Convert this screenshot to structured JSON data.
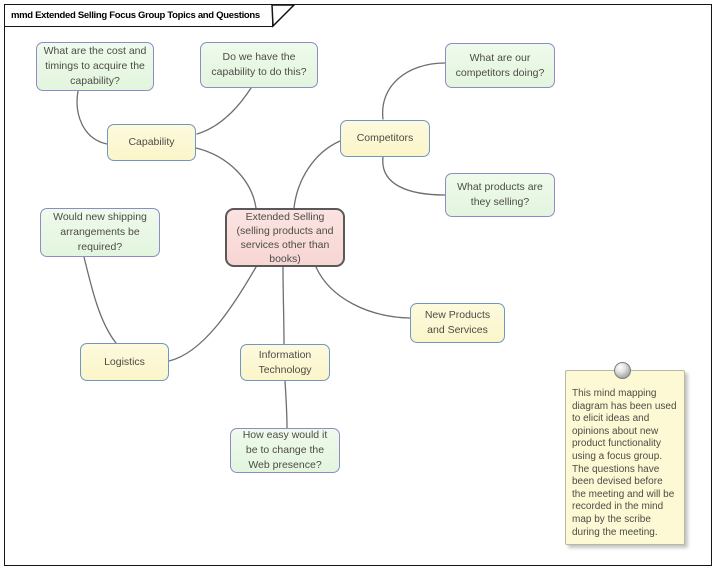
{
  "frame": {
    "title": "mmd Extended Selling Focus Group Topics and Questions"
  },
  "nodes": {
    "central": {
      "label": "Extended Selling\n(selling products and\nservices other than\nbooks)"
    },
    "capability": {
      "label": "Capability"
    },
    "competitors": {
      "label": "Competitors"
    },
    "logistics": {
      "label": "Logistics"
    },
    "info_tech": {
      "label": "Information\nTechnology"
    },
    "new_products": {
      "label": "New Products\nand Services"
    },
    "q_cost": {
      "label": "What are the cost and\ntimings to acquire the\ncapability?"
    },
    "q_capability": {
      "label": "Do we have the\ncapability to do this?"
    },
    "q_competitors": {
      "label": "What are our\ncompetitors doing?"
    },
    "q_products": {
      "label": "What products are\nthey selling?"
    },
    "q_shipping": {
      "label": "Would new shipping\narrangements be\nrequired?"
    },
    "q_web": {
      "label": "How easy would it\nbe to change the\nWeb presence?"
    }
  },
  "note": {
    "text": "This mind mapping\ndiagram has been used\nto elicit ideas and\nopinions about new\nproduct functionality\nusing a focus group.\nThe questions have\nbeen devised before\nthe meeting and will be\nrecorded in the mind\nmap by the scribe\nduring the meeting."
  },
  "colors": {
    "topic_fill": "#fcf8d2",
    "topic_border": "#7096c2",
    "question_fill": "#e6f7e3",
    "question_border": "#8e8bc7",
    "central_fill": "#f9dbda",
    "central_border": "#595959",
    "note_fill": "#fdf9d4",
    "connector_color": "#6e6e6e",
    "text_color": "#4c4c45"
  }
}
